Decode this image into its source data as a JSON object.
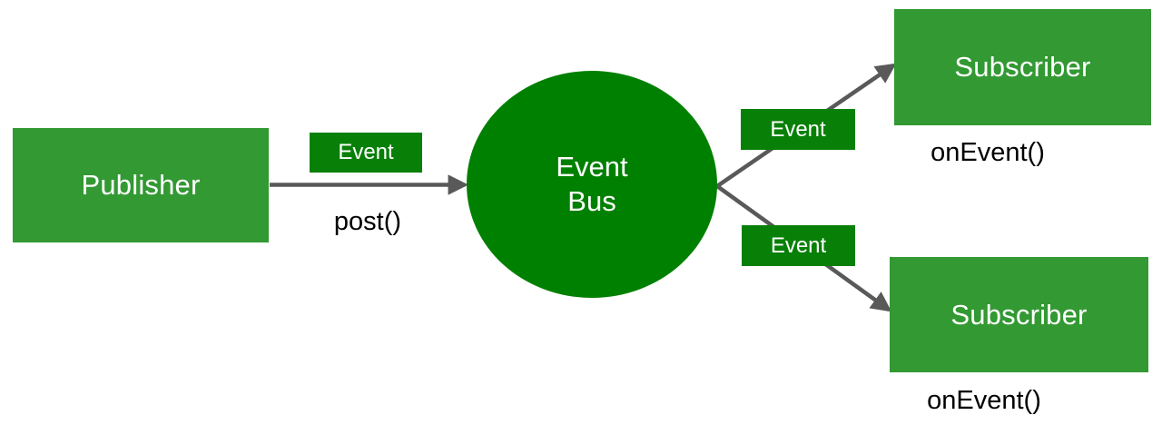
{
  "diagram": {
    "title": "Event Bus publish-subscribe diagram",
    "colors": {
      "node_green": "#339933",
      "bus_green": "#008000",
      "tag_green": "#088008",
      "edge_gray": "#595959",
      "label_black": "#000000",
      "background": "#ffffff"
    },
    "nodes": {
      "publisher": {
        "label": "Publisher"
      },
      "event_bus": {
        "line1": "Event",
        "line2": "Bus"
      },
      "subscriber_top": {
        "label": "Subscriber"
      },
      "subscriber_bottom": {
        "label": "Subscriber"
      }
    },
    "edge_tags": {
      "post_tag": "Event",
      "subscriber_top_tag": "Event",
      "subscriber_bottom_tag": "Event"
    },
    "edge_captions": {
      "post": "post()",
      "on_event_top": "onEvent()",
      "on_event_bottom": "onEvent()"
    }
  }
}
